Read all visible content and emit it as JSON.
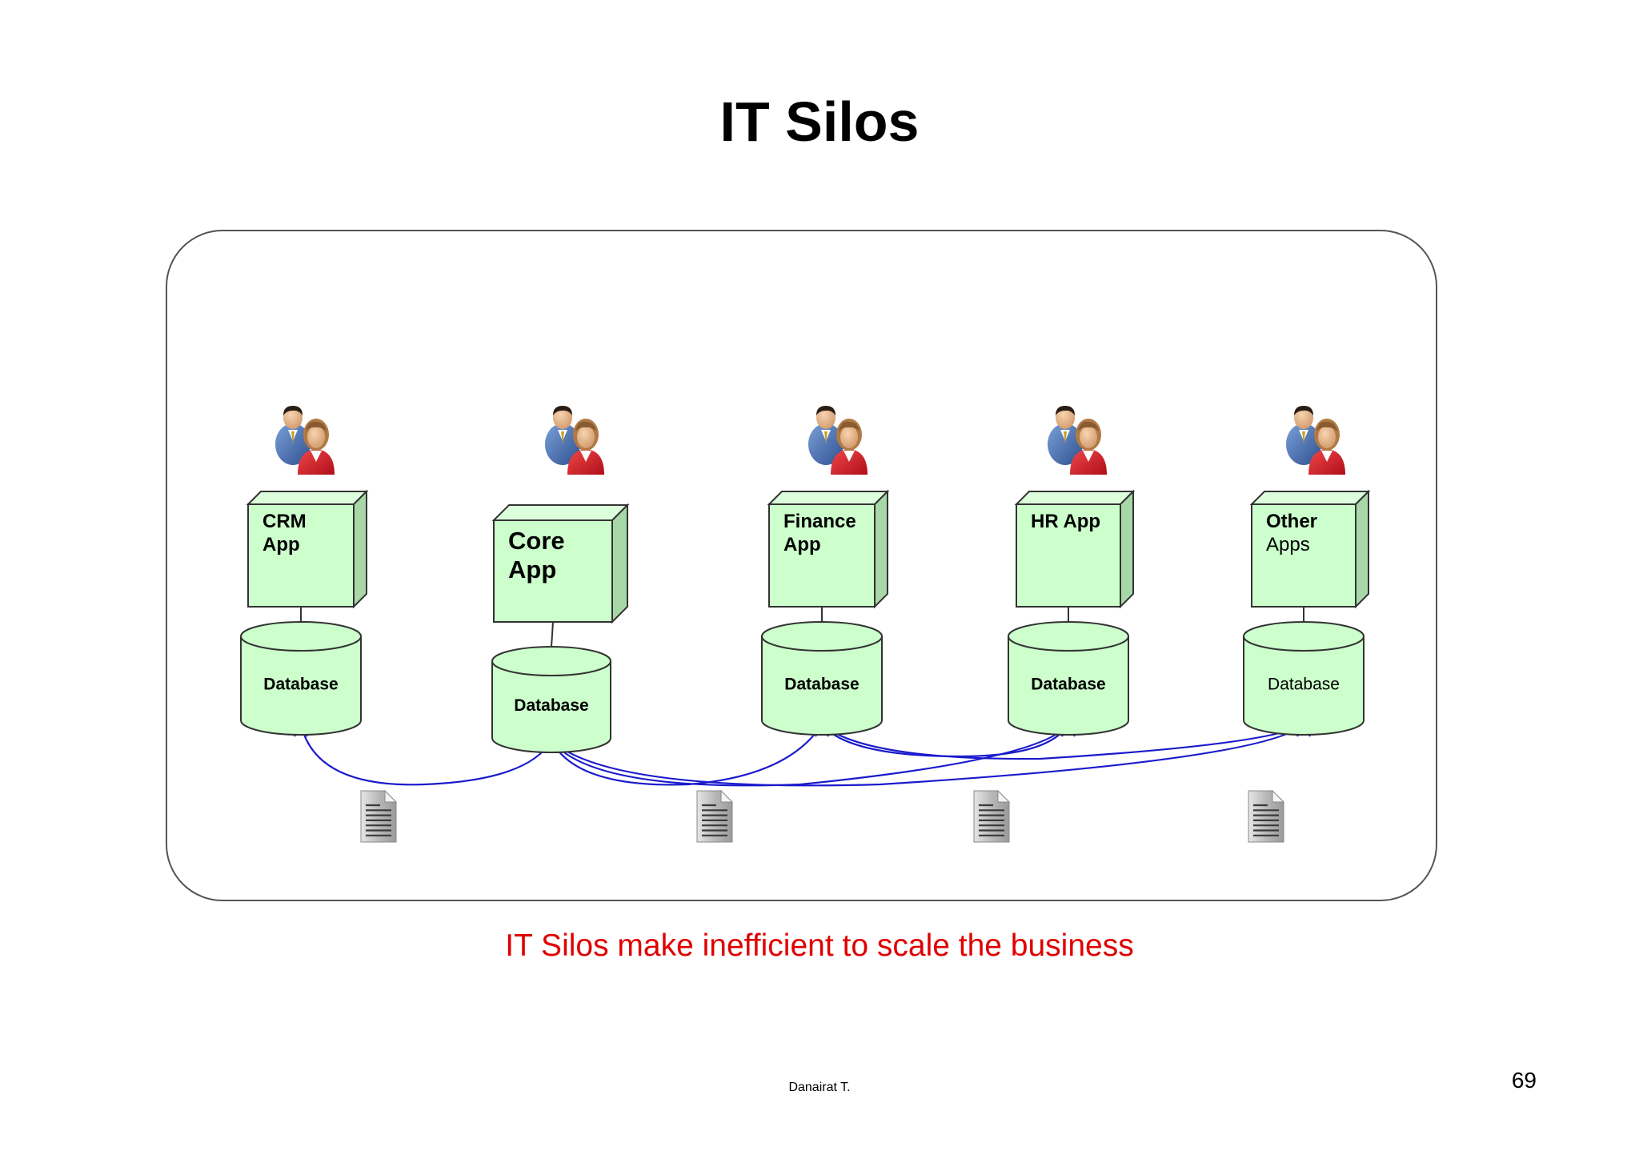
{
  "title": "IT Silos",
  "caption": "IT Silos make inefficient to scale the business",
  "footer": "Danairat T.",
  "page_number": "69",
  "colors": {
    "box_fill": "#ccffcc",
    "box_side": "#a8d8a8",
    "box_top": "#dcffdc",
    "stroke": "#333333",
    "arrow": "#1a1acc",
    "caption": "#e00000",
    "frame": "#555555"
  },
  "columns": [
    {
      "app_line1": "CRM",
      "app_line2": "App",
      "app_line2_bold": true,
      "db_label": "Database",
      "db_bold": true
    },
    {
      "app_line1": "Core",
      "app_line2": "App",
      "app_line2_bold": true,
      "db_label": "Database",
      "db_bold": true
    },
    {
      "app_line1": "Finance",
      "app_line2": "App",
      "app_line2_bold": true,
      "db_label": "Database",
      "db_bold": true
    },
    {
      "app_line1": "HR App",
      "app_line2": "",
      "app_line2_bold": true,
      "db_label": "Database",
      "db_bold": true
    },
    {
      "app_line1": "Other",
      "app_line2": "Apps",
      "app_line2_bold": false,
      "db_label": "Database",
      "db_bold": false
    }
  ],
  "icons": {
    "users": "users-icon",
    "document": "document-icon"
  }
}
